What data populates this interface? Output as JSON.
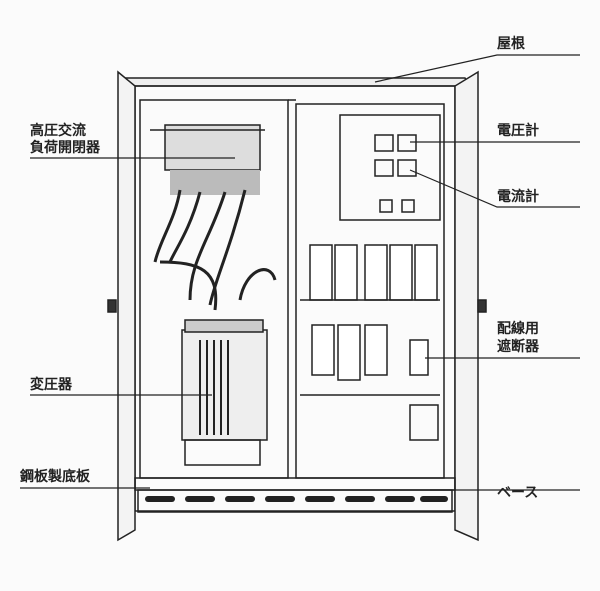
{
  "labels": {
    "roof": "屋根",
    "switch_1": "高圧交流",
    "switch_2": "負荷開閉器",
    "voltmeter": "電圧計",
    "ammeter": "電流計",
    "breaker_1": "配線用",
    "breaker_2": "遮断器",
    "transformer": "変圧器",
    "bottom_plate": "鋼板製底板",
    "base": "ベース"
  }
}
